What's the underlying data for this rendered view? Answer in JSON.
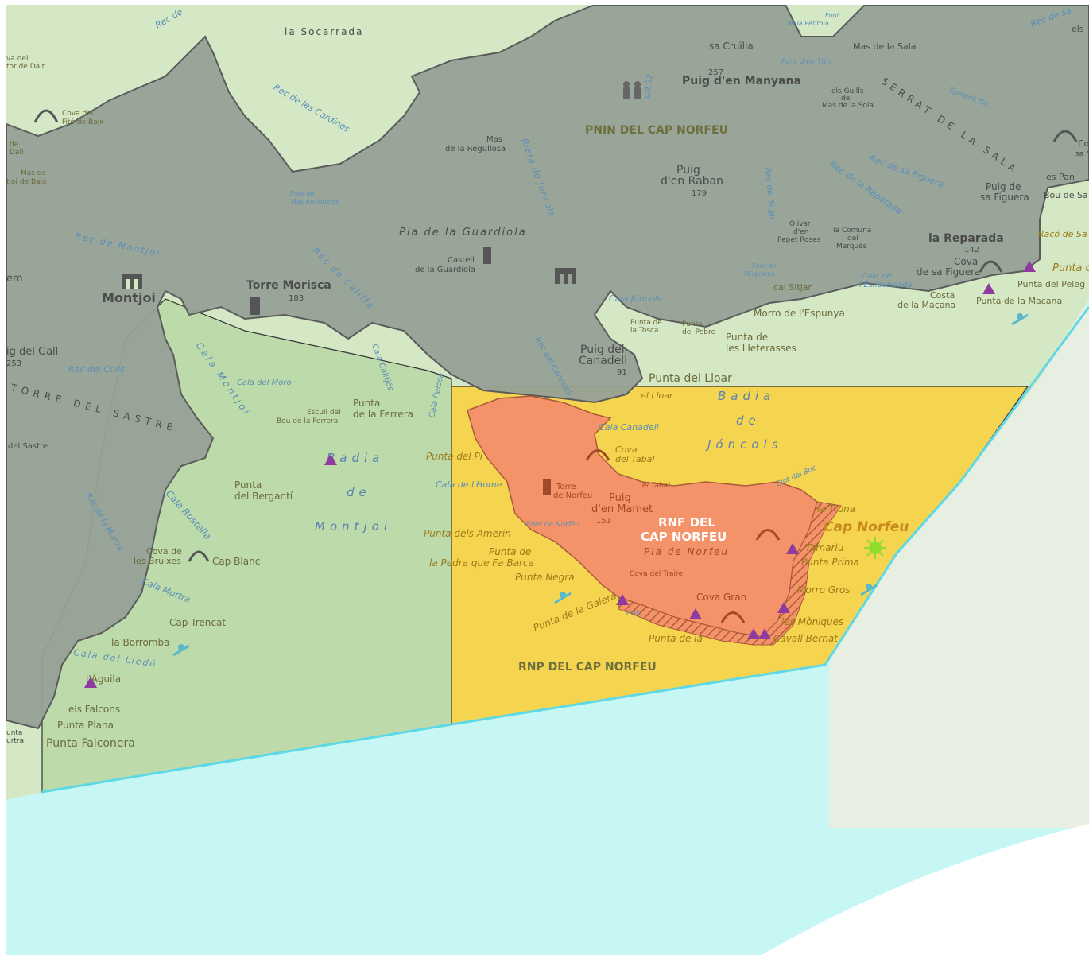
{
  "colors": {
    "sea": "#c7f7f5",
    "land_light": "#d9ead3",
    "land_pale": "#e8efe4",
    "park_gray": "#9aa69a",
    "marine_green": "#b9d9a4",
    "marine_yellow": "#f5d34f",
    "reserve_orange": "#f4936a",
    "marker_purple": "#8e3a9e",
    "cape_star": "#8fdc2a"
  },
  "zones": {
    "pnin": "PNIN DEL CAP NORFEU",
    "rnp": "RNP DEL CAP NORFEU",
    "rnf_line1": "RNF DEL",
    "rnf_line2": "CAP NORFEU"
  },
  "places": {
    "montjoi": "Montjoi",
    "torre_morisca": "Torre Morisca",
    "torre_morisca_elev": "183",
    "puig_manyana": "Puig d'en Manyana",
    "puig_manyana_elev": "257",
    "puig_raban_1": "Puig",
    "puig_raban_2": "d'en Raban",
    "puig_raban_elev": "179",
    "puig_canadell_1": "Puig del",
    "puig_canadell_2": "Canadell",
    "puig_canadell_elev": "91",
    "puig_mamet_1": "Puig",
    "puig_mamet_2": "d'en Mamet",
    "puig_mamet_elev": "151",
    "la_reparada": "la Reparada",
    "la_reparada_elev": "142",
    "cap_norfeu": "Cap Norfeu",
    "la_socarrada": "la Socarrada",
    "pla_guardiola": "Pla de la Guardiola",
    "pla_norfeu": "Pla de Norfeu",
    "serrat_sala": "SERRAT DE LA SALA",
    "torre_sastre": "TORRE DEL SASTRE",
    "sa_cruilla": "sa Cruïlla",
    "mas_sala": "Mas de la Sala",
    "els_guills_1": "els Guills",
    "els_guills_2": "del",
    "els_guills_3": "Mas de la Sola",
    "puig_figuera_1": "Puig de",
    "puig_figuera_2": "sa Figuera",
    "bou_sa": "Bou de Sa",
    "raco_sa": "Racó de Sa",
    "es_pan": "es Pan",
    "mas_regullosa_1": "Mas",
    "mas_regullosa_2": "de la Regullosa",
    "castell_1": "Castell",
    "castell_2": "de la Guardiola",
    "olivar_1": "Olivar",
    "olivar_2": "d'en",
    "olivar_3": "Pepet Roses",
    "comuna_1": "la Comuna",
    "comuna_2": "del",
    "comuna_3": "Marquès",
    "cova_figuera_1": "Cova",
    "cova_figuera_2": "de sa Figuera",
    "costa_macana_1": "Costa",
    "costa_macana_2": "de la Maçana",
    "punta_macana": "Punta de la Maçana",
    "punta_peleg": "Punta del Peleg",
    "punta_c": "Punta d",
    "cal_sitjar": "cal Sitjar",
    "morro_espunya": "Morro de l'Espunya",
    "punta_tosca_1": "Punta de",
    "punta_tosca_2": "la Tosca",
    "punta_pebre_1": "Punta",
    "punta_pebre_2": "del Pebre",
    "punta_lleterasses_1": "Punta de",
    "punta_lleterasses_2": "les Lleterasses",
    "punta_lloar": "Punta del Lloar",
    "el_lloar": "el Lloar",
    "cova_fito_1": "Cova del",
    "cova_fito_2": "Fitó de Baix",
    "va_del_1": "va del",
    "va_del_2": "tor de Dalt",
    "mas_tjoi_1": "Mas de",
    "mas_tjoi_2": "tjoi de Baix",
    "de_dall_1": "de",
    "de_dall_2": "Dall",
    "em": "em",
    "ig_gall": "ig del Gall",
    "ig_gall_elev": "253",
    "del_sastre": "del Sastre",
    "escull_1": "Escull del",
    "escull_2": "Bou de la Ferrera",
    "punta_ferrera_1": "Punta",
    "punta_ferrera_2": "de la Ferrera",
    "punta_bergantí_1": "Punta",
    "punta_bergantí_2": "del Bergantí",
    "cova_bruixes_1": "Cova de",
    "cova_bruixes_2": "les Bruixes",
    "cap_blanc": "Cap Blanc",
    "cap_trencat": "Cap Trencat",
    "la_borromba": "la Borromba",
    "laguila": "l'Àguila",
    "els_falcons": "els Falcons",
    "punta_plana": "Punta Plana",
    "punta_falconera": "Punta Falconera",
    "unta_1": "unta",
    "unta_2": "urtra",
    "punta_pi": "Punta del Pi",
    "punta_amerin": "Punta dels Amerin",
    "punta_de": "Punta de",
    "pedra_barca": "la Pedra que Fa Barca",
    "punta_negra": "Punta Negra",
    "punta_galera": "Punta de la Galera",
    "punta_de_la": "Punta de la",
    "cova_tabal_1": "Cova",
    "cova_tabal_2": "del Tabal",
    "torre_norfeu_1": "Torre",
    "torre_norfeu_2": "de Norfeu",
    "el_tabal": "el Tabal",
    "cova_traire": "Cova del Traire",
    "cova_gran": "Cova Gran",
    "la_trona": "la Trona",
    "mariu": "Tamariu",
    "punta_prima": "Punta Prima",
    "morro_gros": "Morro Gros",
    "monjues": "les Mòniques",
    "cavall_bernat": "Cavall Bernat",
    "cova_c": "Co",
    "sa_m": "sa M"
  },
  "water": {
    "badia_montjoi_1": "Badia",
    "badia_montjoi_2": "de",
    "badia_montjoi_3": "Montjoi",
    "badia_joncols_1": "Badia",
    "badia_joncols_2": "de",
    "badia_joncols_3": "Jóncols",
    "cala_montjoi": "Cala Montjoi",
    "cala_moro": "Cala del Moro",
    "cala_pelosa": "Cala Pelosa",
    "cala_rostella": "Cala Rostella",
    "cala_murtra": "Cala Murtra",
    "cala_lledo": "Cala del Lledó",
    "cala_joncols": "Cala Jóncols",
    "cala_canadell": "Cala Canadell",
    "cala_home": "Cala de l'Home",
    "cala_esllavissada_1": "Cala de",
    "cala_esllavissada_2": "l'Esllavissada",
    "cala_c": "Cala",
    "clot_boc": "Clot del Boc",
    "rec_cardines": "Rec de les Cardines",
    "rec_de": "Rec de",
    "rec_montjoi": "Rec de Montjoi",
    "rec_califfa": "Rec de Califfa",
    "rec_colls": "Rec del Colls",
    "rec_murtra": "Rec de la Murtra",
    "rec_figuera": "Rec de sa Figuera",
    "rec_reparada": "Rec de la Reparada",
    "rec_sitjar": "Rec del Sitjar",
    "rec_canadell": "Rec del Canadell",
    "rec_sa": "Rec de sa",
    "riera_joncols": "Riera de Jóncols",
    "torrent_bo": "Torrent Bo",
    "cala_calitjos": "Cala Calitjós",
    "font_petitola_1": "Font",
    "font_petitola_2": "de la Petitola",
    "font_titis": "Font d'en Titis",
    "font_mas_1": "Font de",
    "font_mas_2": "Mas Arniqueda",
    "font_espunya_1": "Font de",
    "font_espunya_2": "l'Espunya",
    "font_norfeu": "Font de Norfeu",
    "els": "els",
    "route": "GR 92"
  }
}
